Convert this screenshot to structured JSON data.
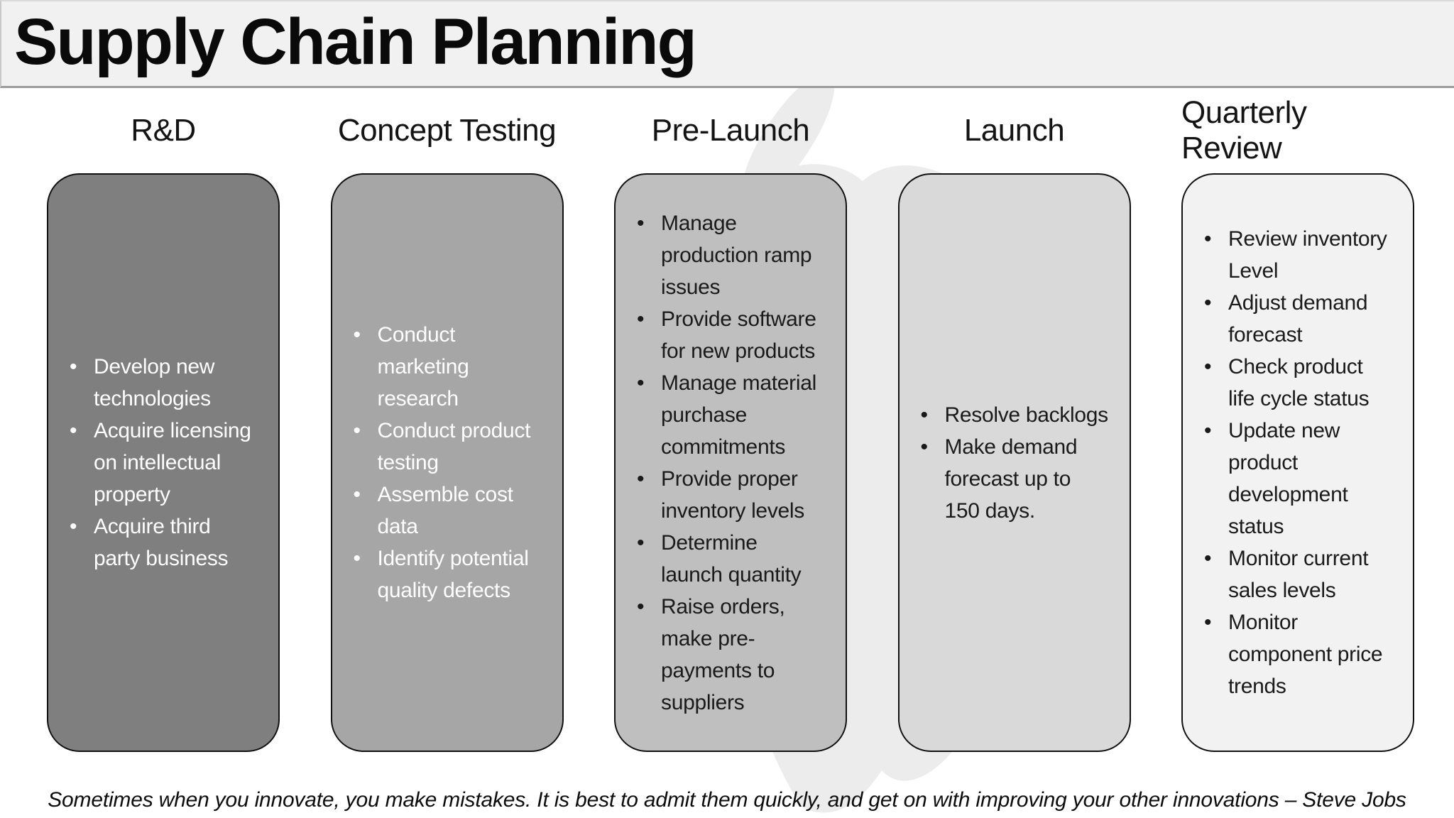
{
  "slide": {
    "title": "Supply Chain Planning",
    "quote": "Sometimes when you innovate, you make mistakes. It is best to admit them quickly, and get on with improving your other innovations – Steve Jobs"
  },
  "palette": {
    "background": "#ffffff",
    "title_band": "#f1f1f1",
    "band_border": "#9b9b9b",
    "box_border": "#111111",
    "watermark": "#ececec"
  },
  "columns": [
    {
      "header": "R&D",
      "fill": "#7f7f7f",
      "text_color": "#ffffff",
      "bullets": [
        "Develop new\ntechnologies",
        "Acquire licensing\non intellectual\nproperty",
        "Acquire third\nparty business"
      ]
    },
    {
      "header": "Concept Testing",
      "fill": "#a6a6a6",
      "text_color": "#ffffff",
      "bullets": [
        "Conduct\nmarketing\nresearch",
        "Conduct product\ntesting",
        "Assemble cost\ndata",
        "Identify potential\nquality defects"
      ]
    },
    {
      "header": "Pre-Launch",
      "fill": "#bfbfbf",
      "text_color": "#1a1a1a",
      "bullets": [
        "Manage\nproduction ramp\nissues",
        "Provide software\nfor new products",
        "Manage material\npurchase\ncommitments",
        "Provide proper\ninventory levels",
        "Determine\nlaunch quantity",
        "Raise orders,\nmake pre-\npayments to\nsuppliers"
      ]
    },
    {
      "header": "Launch",
      "fill": "#d9d9d9",
      "text_color": "#1a1a1a",
      "bullets": [
        "Resolve backlogs",
        "Make demand\nforecast up to\n150 days."
      ]
    },
    {
      "header": "Quarterly Review",
      "fill": "#f2f2f2",
      "text_color": "#1a1a1a",
      "bullets": [
        "Review inventory\nLevel",
        "Adjust demand\nforecast",
        "Check product\nlife cycle status",
        "Update new\nproduct\ndevelopment\nstatus",
        "Monitor current\nsales levels",
        "Monitor\ncomponent price\ntrends"
      ]
    }
  ]
}
